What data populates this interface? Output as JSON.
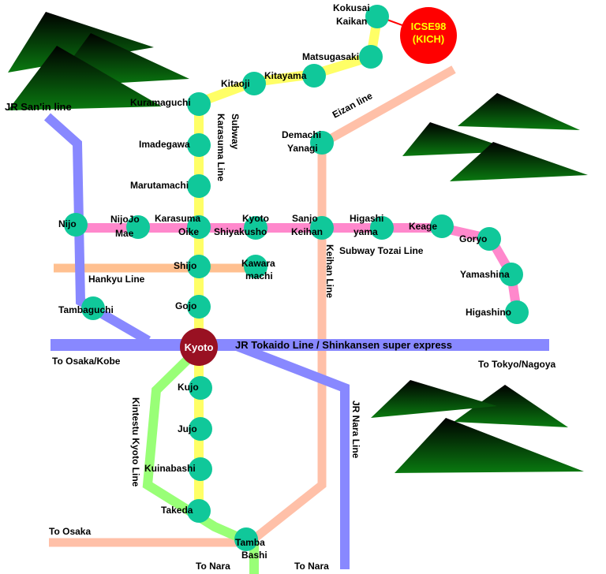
{
  "colors": {
    "station": "#10c89a",
    "karasuma_line": "#ffff66",
    "tozai_line": "#ff88cc",
    "jr_line": "#8888ff",
    "hankyu_line": "#ffc090",
    "keihan_line": "#ffc0a8",
    "eizan_line": "#ffc0a8",
    "kintetsu_line": "#99ff77",
    "kyoto_station": "#991122",
    "venue": "#ff0000",
    "venue_text": "#ffff00"
  },
  "venue": {
    "line1": "ICSE98",
    "line2": "(KICH)"
  },
  "kyoto_station": "Kyoto",
  "stations": {
    "kokusai_kaikan": [
      "Kokusai",
      "Kaikan"
    ],
    "matsugasaki": "Matsugasaki",
    "kitayama": "Kitayama",
    "kitaoji": "Kitaoji",
    "kuramaguchi": "Kuramaguchi",
    "imadegawa": "Imadegawa",
    "marutamachi": "Marutamachi",
    "karasuma_oike": [
      "Karasuma",
      "Oike"
    ],
    "nijo": "Nijo",
    "nijojo_mae": [
      "NijoJo",
      "Mae"
    ],
    "kyoto_shiyakusho": [
      "Kyoto",
      "Shiyakusho"
    ],
    "sanjo_keihan": [
      "Sanjo",
      "Keihan"
    ],
    "higashiyama": [
      "Higashi",
      "yama"
    ],
    "keage": "Keage",
    "goryo": "Goryo",
    "yamashina": "Yamashina",
    "higashino": "Higashino",
    "shijo": "Shijo",
    "kawaramachi": [
      "Kawara",
      "machi"
    ],
    "gojo": "Gojo",
    "tambaguchi": "Tambaguchi",
    "demachi_yanagi": [
      "Demachi",
      "Yanagi"
    ],
    "kujo": "Kujo",
    "jujo": "Jujo",
    "kuinabashi": "Kuinabashi",
    "takeda": "Takeda",
    "tamba_bashi": [
      "Tamba",
      "Bashi"
    ]
  },
  "lines": {
    "jr_sanin": "JR San'in line",
    "subway_karasuma": [
      "Subway",
      "Karasuma Line"
    ],
    "eizan": "Eizan line",
    "subway_tozai": "Subway Tozai Line",
    "hankyu": "Hankyu Line",
    "keihan": "Keihan Line",
    "jr_tokaido": "JR Tokaido Line / Shinkansen super express",
    "kintetsu": "Kintestu Kyoto Line",
    "jr_nara": "JR Nara Line"
  },
  "destinations": {
    "osaka_kobe": "To Osaka/Kobe",
    "tokyo_nagoya": "To Tokyo/Nagoya",
    "osaka": "To Osaka",
    "nara_kintetsu": "To Nara",
    "nara_jr": "To Nara"
  }
}
